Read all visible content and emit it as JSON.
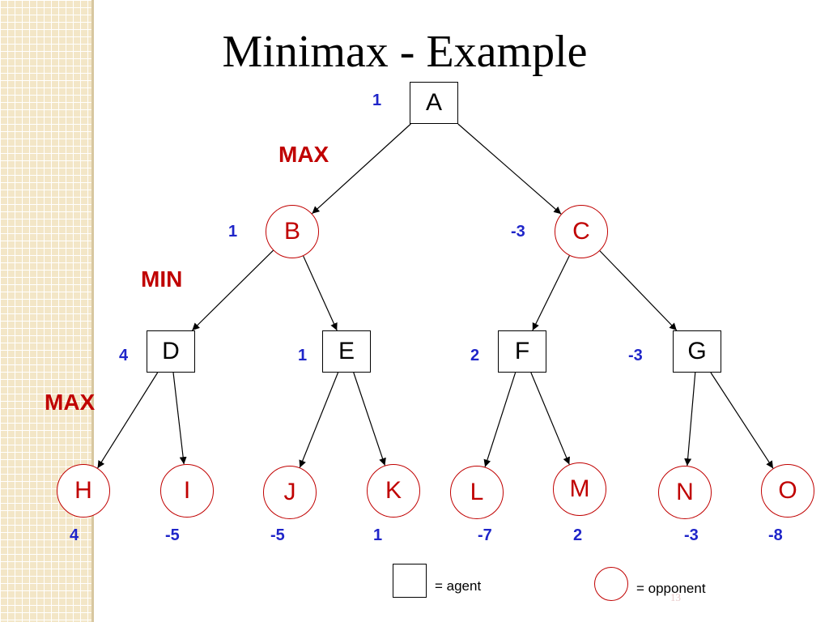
{
  "title": "Minimax - Example",
  "levels": {
    "max_top": "MAX",
    "min": "MIN",
    "max_bottom": "MAX"
  },
  "nodes": {
    "A": {
      "label": "A",
      "value": "1",
      "role": "agent"
    },
    "B": {
      "label": "B",
      "value": "1",
      "role": "opponent"
    },
    "C": {
      "label": "C",
      "value": "-3",
      "role": "opponent"
    },
    "D": {
      "label": "D",
      "value": "4",
      "role": "agent"
    },
    "E": {
      "label": "E",
      "value": "1",
      "role": "agent"
    },
    "F": {
      "label": "F",
      "value": "2",
      "role": "agent"
    },
    "G": {
      "label": "G",
      "value": "-3",
      "role": "agent"
    },
    "H": {
      "label": "H",
      "value": "4",
      "role": "opponent"
    },
    "I": {
      "label": "I",
      "value": "-5",
      "role": "opponent"
    },
    "J": {
      "label": "J",
      "value": "-5",
      "role": "opponent"
    },
    "K": {
      "label": "K",
      "value": "1",
      "role": "opponent"
    },
    "L": {
      "label": "L",
      "value": "-7",
      "role": "opponent"
    },
    "M": {
      "label": "M",
      "value": "2",
      "role": "opponent"
    },
    "N": {
      "label": "N",
      "value": "-3",
      "role": "opponent"
    },
    "O": {
      "label": "O",
      "value": "-8",
      "role": "opponent"
    }
  },
  "edges": [
    [
      "A",
      "B"
    ],
    [
      "A",
      "C"
    ],
    [
      "B",
      "D"
    ],
    [
      "B",
      "E"
    ],
    [
      "C",
      "F"
    ],
    [
      "C",
      "G"
    ],
    [
      "D",
      "H"
    ],
    [
      "D",
      "I"
    ],
    [
      "E",
      "J"
    ],
    [
      "E",
      "K"
    ],
    [
      "F",
      "L"
    ],
    [
      "F",
      "M"
    ],
    [
      "G",
      "N"
    ],
    [
      "G",
      "O"
    ]
  ],
  "legend": {
    "agent": "= agent",
    "opponent": "= opponent"
  },
  "page_number": "13",
  "colors": {
    "value": "#1f25c9",
    "level": "#c00000",
    "opponent": "#c00000",
    "agent": "#000000"
  }
}
